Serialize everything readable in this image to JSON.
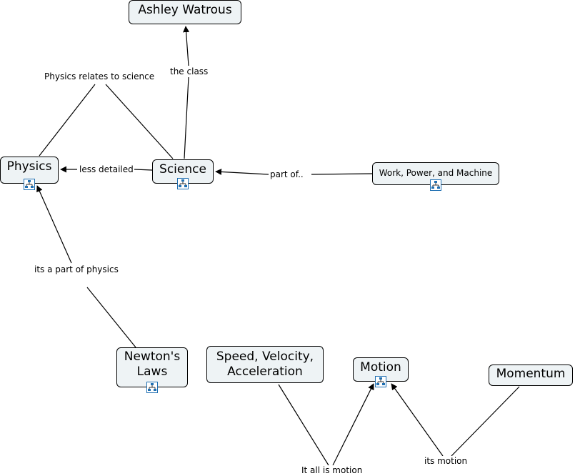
{
  "concepts": {
    "ashley_watrous": "Ashley Watrous",
    "physics": "Physics",
    "science": "Science",
    "work_power_machine": "Work, Power, and Machine",
    "newtons_laws": "Newton's Laws",
    "speed_velocity": "Speed, Velocity, Acceleration",
    "motion": "Motion",
    "momentum": "Momentum"
  },
  "linking_phrases": {
    "physics_relates": "Physics relates to science",
    "the_class": "the class",
    "less_detailed": "less detailed",
    "part_of": "part of..",
    "part_of_physics": "its a part of physics",
    "all_is_motion": "It all is motion",
    "its_motion": "its motion"
  },
  "icons": {
    "submap": "submap-icon"
  },
  "colors": {
    "node_fill": "#eef3f5",
    "node_border": "#000000",
    "line": "#000000",
    "icon_blue": "#1f6fb2"
  }
}
